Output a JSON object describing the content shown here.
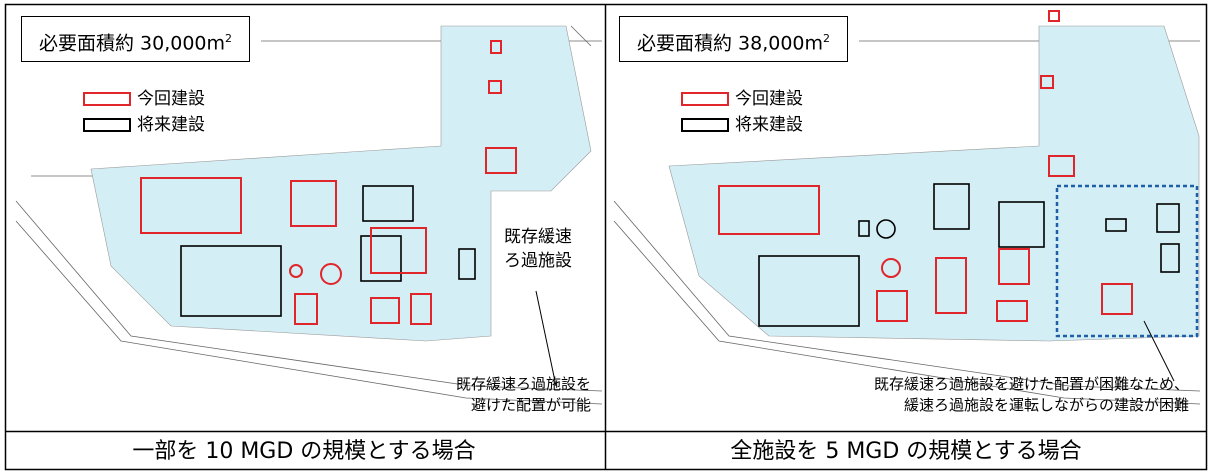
{
  "left_panel": {
    "area_prefix": "必要面積約 30,000m",
    "area_sup": "2",
    "legend": {
      "new_label": "今回建設",
      "future_label": "将来建設",
      "new_color": "#e0262b",
      "future_color": "#000000"
    },
    "existing_facility_label": [
      "既存緩速",
      "ろ過施設"
    ],
    "callout": [
      "既存緩速ろ過施設を",
      "避けた配置が可能"
    ],
    "caption": "一部を 10 MGD の規模とする場合"
  },
  "right_panel": {
    "area_prefix": "必要面積約 38,000m",
    "area_sup": "2",
    "legend": {
      "new_label": "今回建設",
      "future_label": "将来建設",
      "new_color": "#e0262b",
      "future_color": "#000000"
    },
    "callout": [
      "既存緩速ろ過施設を避けた配置が困難なため、",
      "緩速ろ過施設を運転しながらの建設が困難"
    ],
    "caption": "全施設を 5 MGD の規模とする場合"
  },
  "colors": {
    "site_fill": "#d4eef5",
    "border": "#000000",
    "dotted_boundary": "#1f5fa8"
  }
}
